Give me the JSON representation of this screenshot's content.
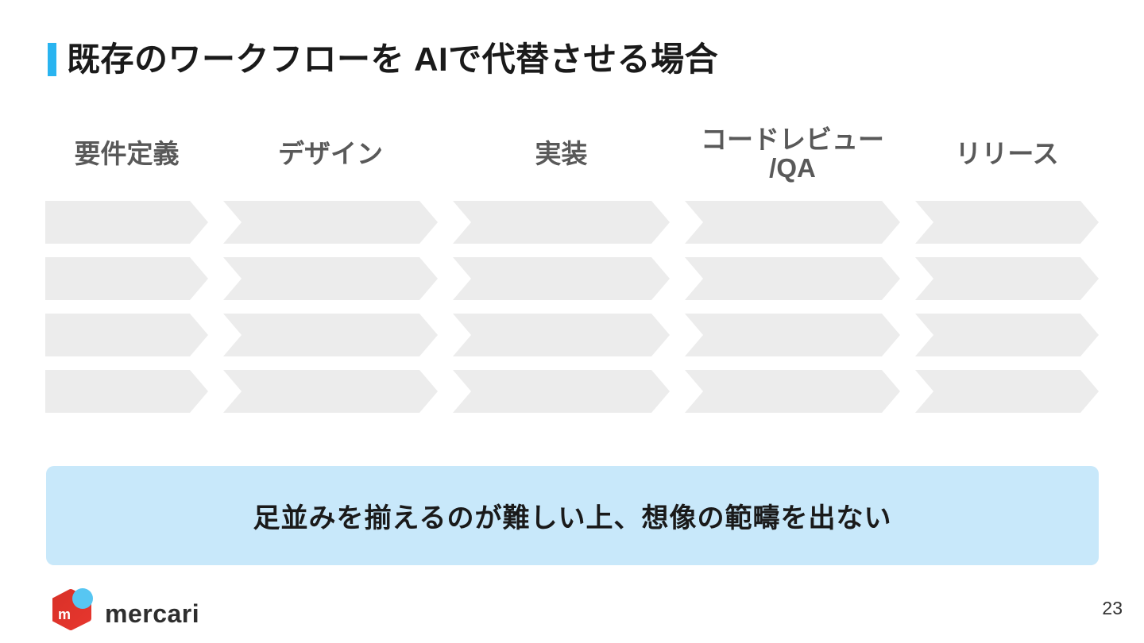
{
  "slide": {
    "title": "既存のワークフローを AIで代替させる場合",
    "page_number": "23"
  },
  "workflow": {
    "columns": [
      {
        "label": "要件定義"
      },
      {
        "label": "デザイン"
      },
      {
        "label": "実装"
      },
      {
        "label": "コードレビュー\n/QA"
      },
      {
        "label": "リリース"
      }
    ],
    "row_count": 4
  },
  "banner": {
    "text": "足並みを揃えるのが難しい上、想像の範疇を出ない"
  },
  "footer": {
    "logo_text": "mercari"
  },
  "colors": {
    "accent": "#29B4F0",
    "arrow_fill": "#ECECEC",
    "banner_bg": "#C8E8FA",
    "header_text": "#595959",
    "logo_red": "#E6362E",
    "logo_red_dark": "#D93128",
    "logo_blue": "#57C6F2"
  }
}
